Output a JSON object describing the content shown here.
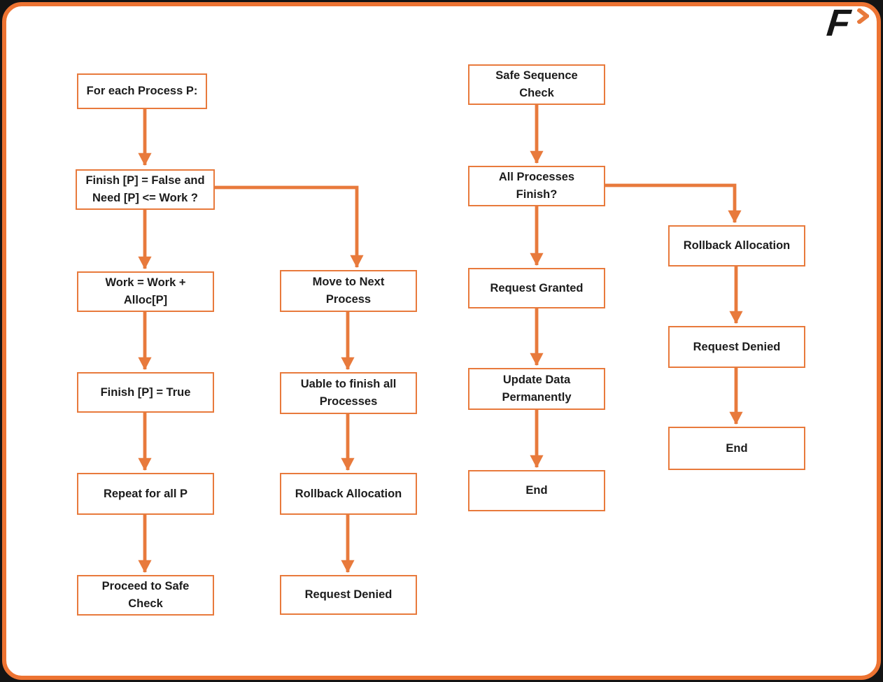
{
  "theme": {
    "accent": "#E87A3C",
    "frame_border": "#ED7332",
    "text_color": "#1C1C1C",
    "background": "#FFFFFF",
    "logo_color": "#161616"
  },
  "logo": {
    "letter": "F",
    "chevron_icon": "chevron-right"
  },
  "flowchart": {
    "nodes": [
      {
        "id": "for-each-process",
        "label": "For each Process P:"
      },
      {
        "id": "finish-check",
        "label": "Finish [P] = False and Need [P] <= Work ?"
      },
      {
        "id": "work-update",
        "label": "Work = Work + Alloc[P]"
      },
      {
        "id": "finish-true",
        "label": "Finish [P] = True"
      },
      {
        "id": "repeat-for-all",
        "label": "Repeat for all P"
      },
      {
        "id": "proceed-safe-check",
        "label": "Proceed to Safe Check"
      },
      {
        "id": "move-next-process",
        "label": "Move to Next Process"
      },
      {
        "id": "unable-finish",
        "label": "Uable to finish all Processes"
      },
      {
        "id": "rollback-allocation-1",
        "label": "Rollback Allocation"
      },
      {
        "id": "request-denied-1",
        "label": "Request Denied"
      },
      {
        "id": "safe-sequence-check",
        "label": "Safe Sequence Check"
      },
      {
        "id": "all-processes-finish",
        "label": "All Processes Finish?"
      },
      {
        "id": "request-granted",
        "label": "Request Granted"
      },
      {
        "id": "update-data",
        "label": "Update Data Permanently"
      },
      {
        "id": "end-1",
        "label": "End"
      },
      {
        "id": "rollback-allocation-2",
        "label": "Rollback Allocation"
      },
      {
        "id": "request-denied-2",
        "label": "Request Denied"
      },
      {
        "id": "end-2",
        "label": "End"
      }
    ],
    "edges": [
      {
        "from": "for-each-process",
        "to": "finish-check"
      },
      {
        "from": "finish-check",
        "to": "work-update"
      },
      {
        "from": "work-update",
        "to": "finish-true"
      },
      {
        "from": "finish-true",
        "to": "repeat-for-all"
      },
      {
        "from": "repeat-for-all",
        "to": "proceed-safe-check"
      },
      {
        "from": "finish-check",
        "to": "move-next-process"
      },
      {
        "from": "move-next-process",
        "to": "unable-finish"
      },
      {
        "from": "unable-finish",
        "to": "rollback-allocation-1"
      },
      {
        "from": "rollback-allocation-1",
        "to": "request-denied-1"
      },
      {
        "from": "safe-sequence-check",
        "to": "all-processes-finish"
      },
      {
        "from": "all-processes-finish",
        "to": "request-granted"
      },
      {
        "from": "request-granted",
        "to": "update-data"
      },
      {
        "from": "update-data",
        "to": "end-1"
      },
      {
        "from": "all-processes-finish",
        "to": "rollback-allocation-2"
      },
      {
        "from": "rollback-allocation-2",
        "to": "request-denied-2"
      },
      {
        "from": "request-denied-2",
        "to": "end-2"
      }
    ]
  }
}
